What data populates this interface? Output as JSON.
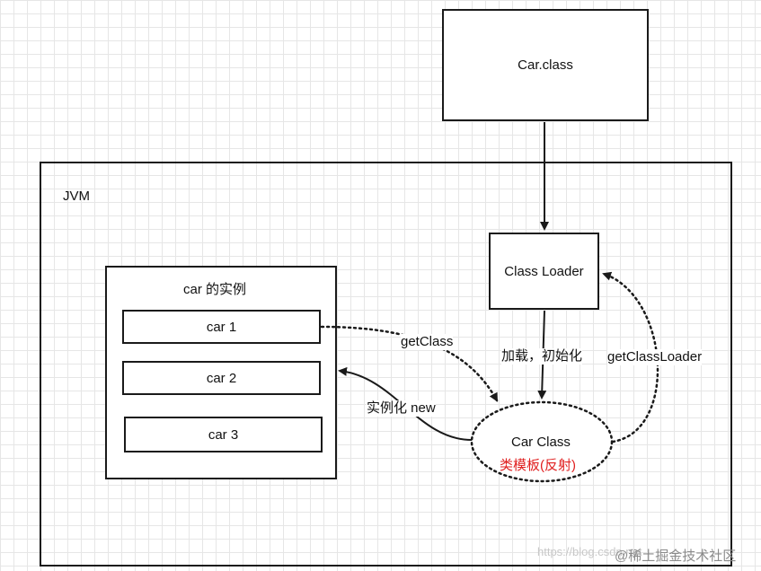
{
  "diagram": {
    "car_class_file": "Car.class",
    "jvm_label": "JVM",
    "class_loader": "Class Loader",
    "instances_title": "car 的实例",
    "instances": [
      "car 1",
      "car 2",
      "car 3"
    ],
    "car_class": "Car Class",
    "class_template": "类模板(反射)",
    "edges": {
      "load_init": "加载，初始化",
      "get_class": "getClass",
      "get_class_loader": "getClassLoader",
      "instantiate": "实例化 new"
    }
  },
  "watermark": {
    "faded": "https://blog.csdn.net",
    "text": "@稀土掘金技术社区"
  },
  "colors": {
    "stroke": "#1a1a1a",
    "template_text": "#e02020",
    "grid": "#e6e6e6"
  }
}
